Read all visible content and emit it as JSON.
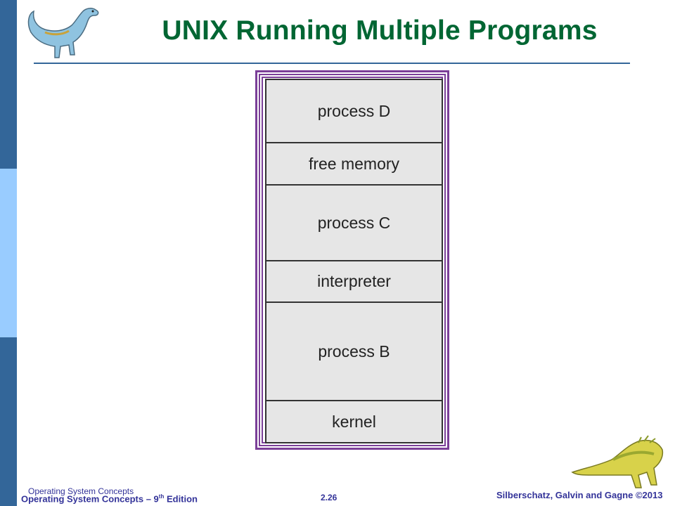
{
  "slide": {
    "title": "UNIX Running Multiple Programs"
  },
  "diagram": {
    "segments": [
      {
        "label": "process D"
      },
      {
        "label": "free memory"
      },
      {
        "label": "process C"
      },
      {
        "label": "interpreter"
      },
      {
        "label": "process B"
      },
      {
        "label": "kernel"
      }
    ]
  },
  "footer": {
    "book_overlay": "Operating System Concepts",
    "book_prefix": "Operating System Concepts – 9",
    "book_sup": "th",
    "book_suffix": " Edition",
    "page": "2.26",
    "copyright": "Silberschatz, Galvin and Gagne ©2013"
  },
  "colors": {
    "title": "#006633",
    "frame": "#7b3f98",
    "sidebar_dark": "#336699",
    "sidebar_light": "#99ccff",
    "footer_text": "#333399"
  }
}
